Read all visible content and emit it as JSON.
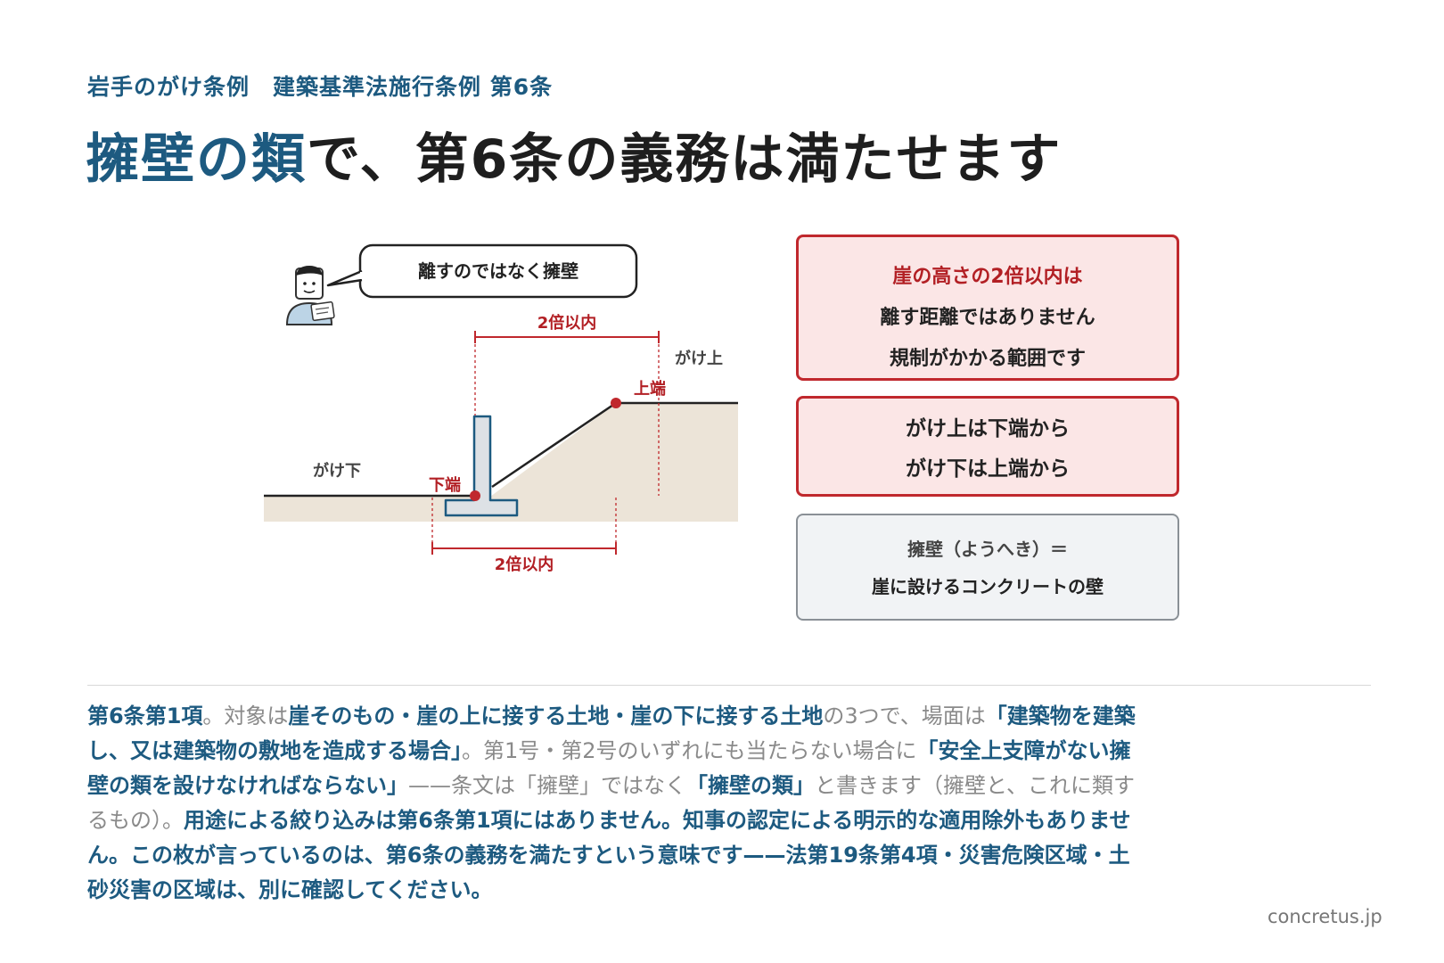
{
  "header": {
    "subtitle": "岩手のがけ条例　建築基準法施行条例 第6条",
    "title_accent": "擁壁の類",
    "title_rest": "で、第6条の義務は満たせます"
  },
  "diagram": {
    "speech": "離すのではなく擁壁",
    "label_cliff_top": "がけ上",
    "label_cliff_bottom": "がけ下",
    "label_upper_edge": "上端",
    "label_lower_edge": "下端",
    "dim_top": "2倍以内",
    "dim_bottom": "2倍以内"
  },
  "boxes": {
    "box1": {
      "line1": "崖の高さの2倍以内は",
      "line2": "離す距離ではありません",
      "line3": "規制がかかる範囲です"
    },
    "box2": {
      "line1": "がけ上は下端から",
      "line2": "がけ下は上端から"
    },
    "box3": {
      "line1": "擁壁（ようへき）＝",
      "line2": "崖に設けるコンクリートの壁"
    }
  },
  "body": {
    "p1": "第6条第1項",
    "p2": "。対象は",
    "p3": "崖そのもの・崖の上に接する土地・崖の下に接する土地",
    "p4": "の3つで、場面は",
    "p5": "「建築物を建築し、又は建築物の敷地を造成する場合」",
    "p6": "。第1号・第2号のいずれにも当たらない場合に",
    "p7": "「安全上支障がない擁壁の類を設けなければならない」",
    "p8": "——条文は「擁壁」ではなく",
    "p9": "「擁壁の類」",
    "p10": "と書きます（擁壁と、これに類するもの）。",
    "p11": "用途による絞り込みは第6条第1項にはありません。知事の認定による明示的な適用除外もありません。この枚が言っているのは、第6条の義務を満たすという意味です——法第19条第4項・災害危険区域・土砂災害の区域は、別に確認してください。"
  },
  "footer": {
    "site": "concretus.jp"
  },
  "colors": {
    "accent": "#1d5a80",
    "red": "#c0282d",
    "ground": "#ece4d8"
  }
}
